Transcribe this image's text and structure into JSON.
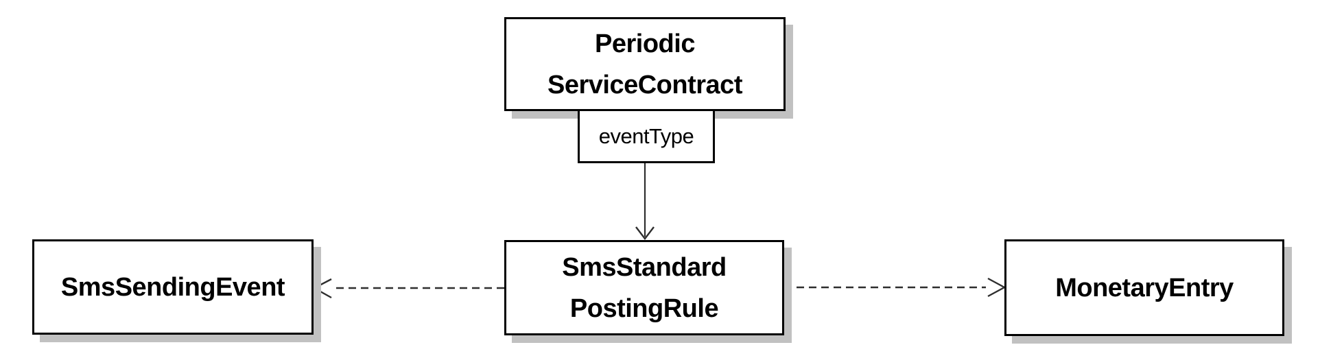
{
  "diagram": {
    "kind": "uml-class-diagram",
    "background_color": "#ffffff",
    "box_fill_color": "#ffffff",
    "box_border_color": "#000000",
    "shadow_color": "#c1c1c1",
    "line_color": "#2e2e2e",
    "nodes": {
      "periodic_service_contract": {
        "line1": "Periodic",
        "line2": "ServiceContract"
      },
      "sms_standard_posting_rule": {
        "line1": "SmsStandard",
        "line2": "PostingRule"
      },
      "sms_sending_event": {
        "label": "SmsSendingEvent"
      },
      "monetary_entry": {
        "label": "MonetaryEntry"
      }
    },
    "edges": [
      {
        "from": "PeriodicServiceContract",
        "to": "SmsStandardPostingRule",
        "label": "eventType",
        "style": "solid",
        "arrowhead": "open",
        "direction": "down"
      },
      {
        "from": "SmsStandardPostingRule",
        "to": "SmsSendingEvent",
        "label": "",
        "style": "dashed",
        "arrowhead": "open",
        "direction": "left"
      },
      {
        "from": "SmsStandardPostingRule",
        "to": "MonetaryEntry",
        "label": "",
        "style": "dashed",
        "arrowhead": "open",
        "direction": "right"
      }
    ]
  }
}
